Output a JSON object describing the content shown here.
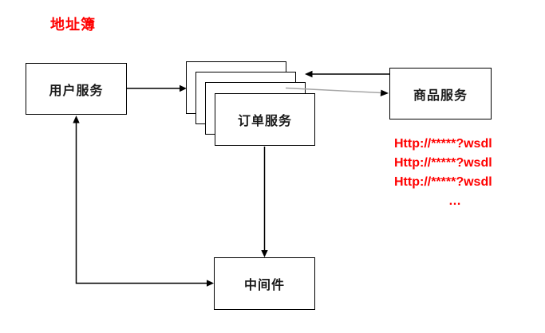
{
  "title": "地址簿",
  "nodes": {
    "user_service": {
      "label": "用户服务"
    },
    "order_service": {
      "label": "订单服务"
    },
    "product_service": {
      "label": "商品服务"
    },
    "middleware": {
      "label": "中间件"
    }
  },
  "wsdl": {
    "lines": [
      "Http://*****?wsdl",
      "Http://*****?wsdl",
      "Http://*****?wsdl"
    ],
    "ellipsis": "…"
  },
  "colors": {
    "accent_red": "#ff0000",
    "line_black": "#000000",
    "diagonal_gray": "#a6a6a6",
    "box_fill": "#ffffff"
  }
}
